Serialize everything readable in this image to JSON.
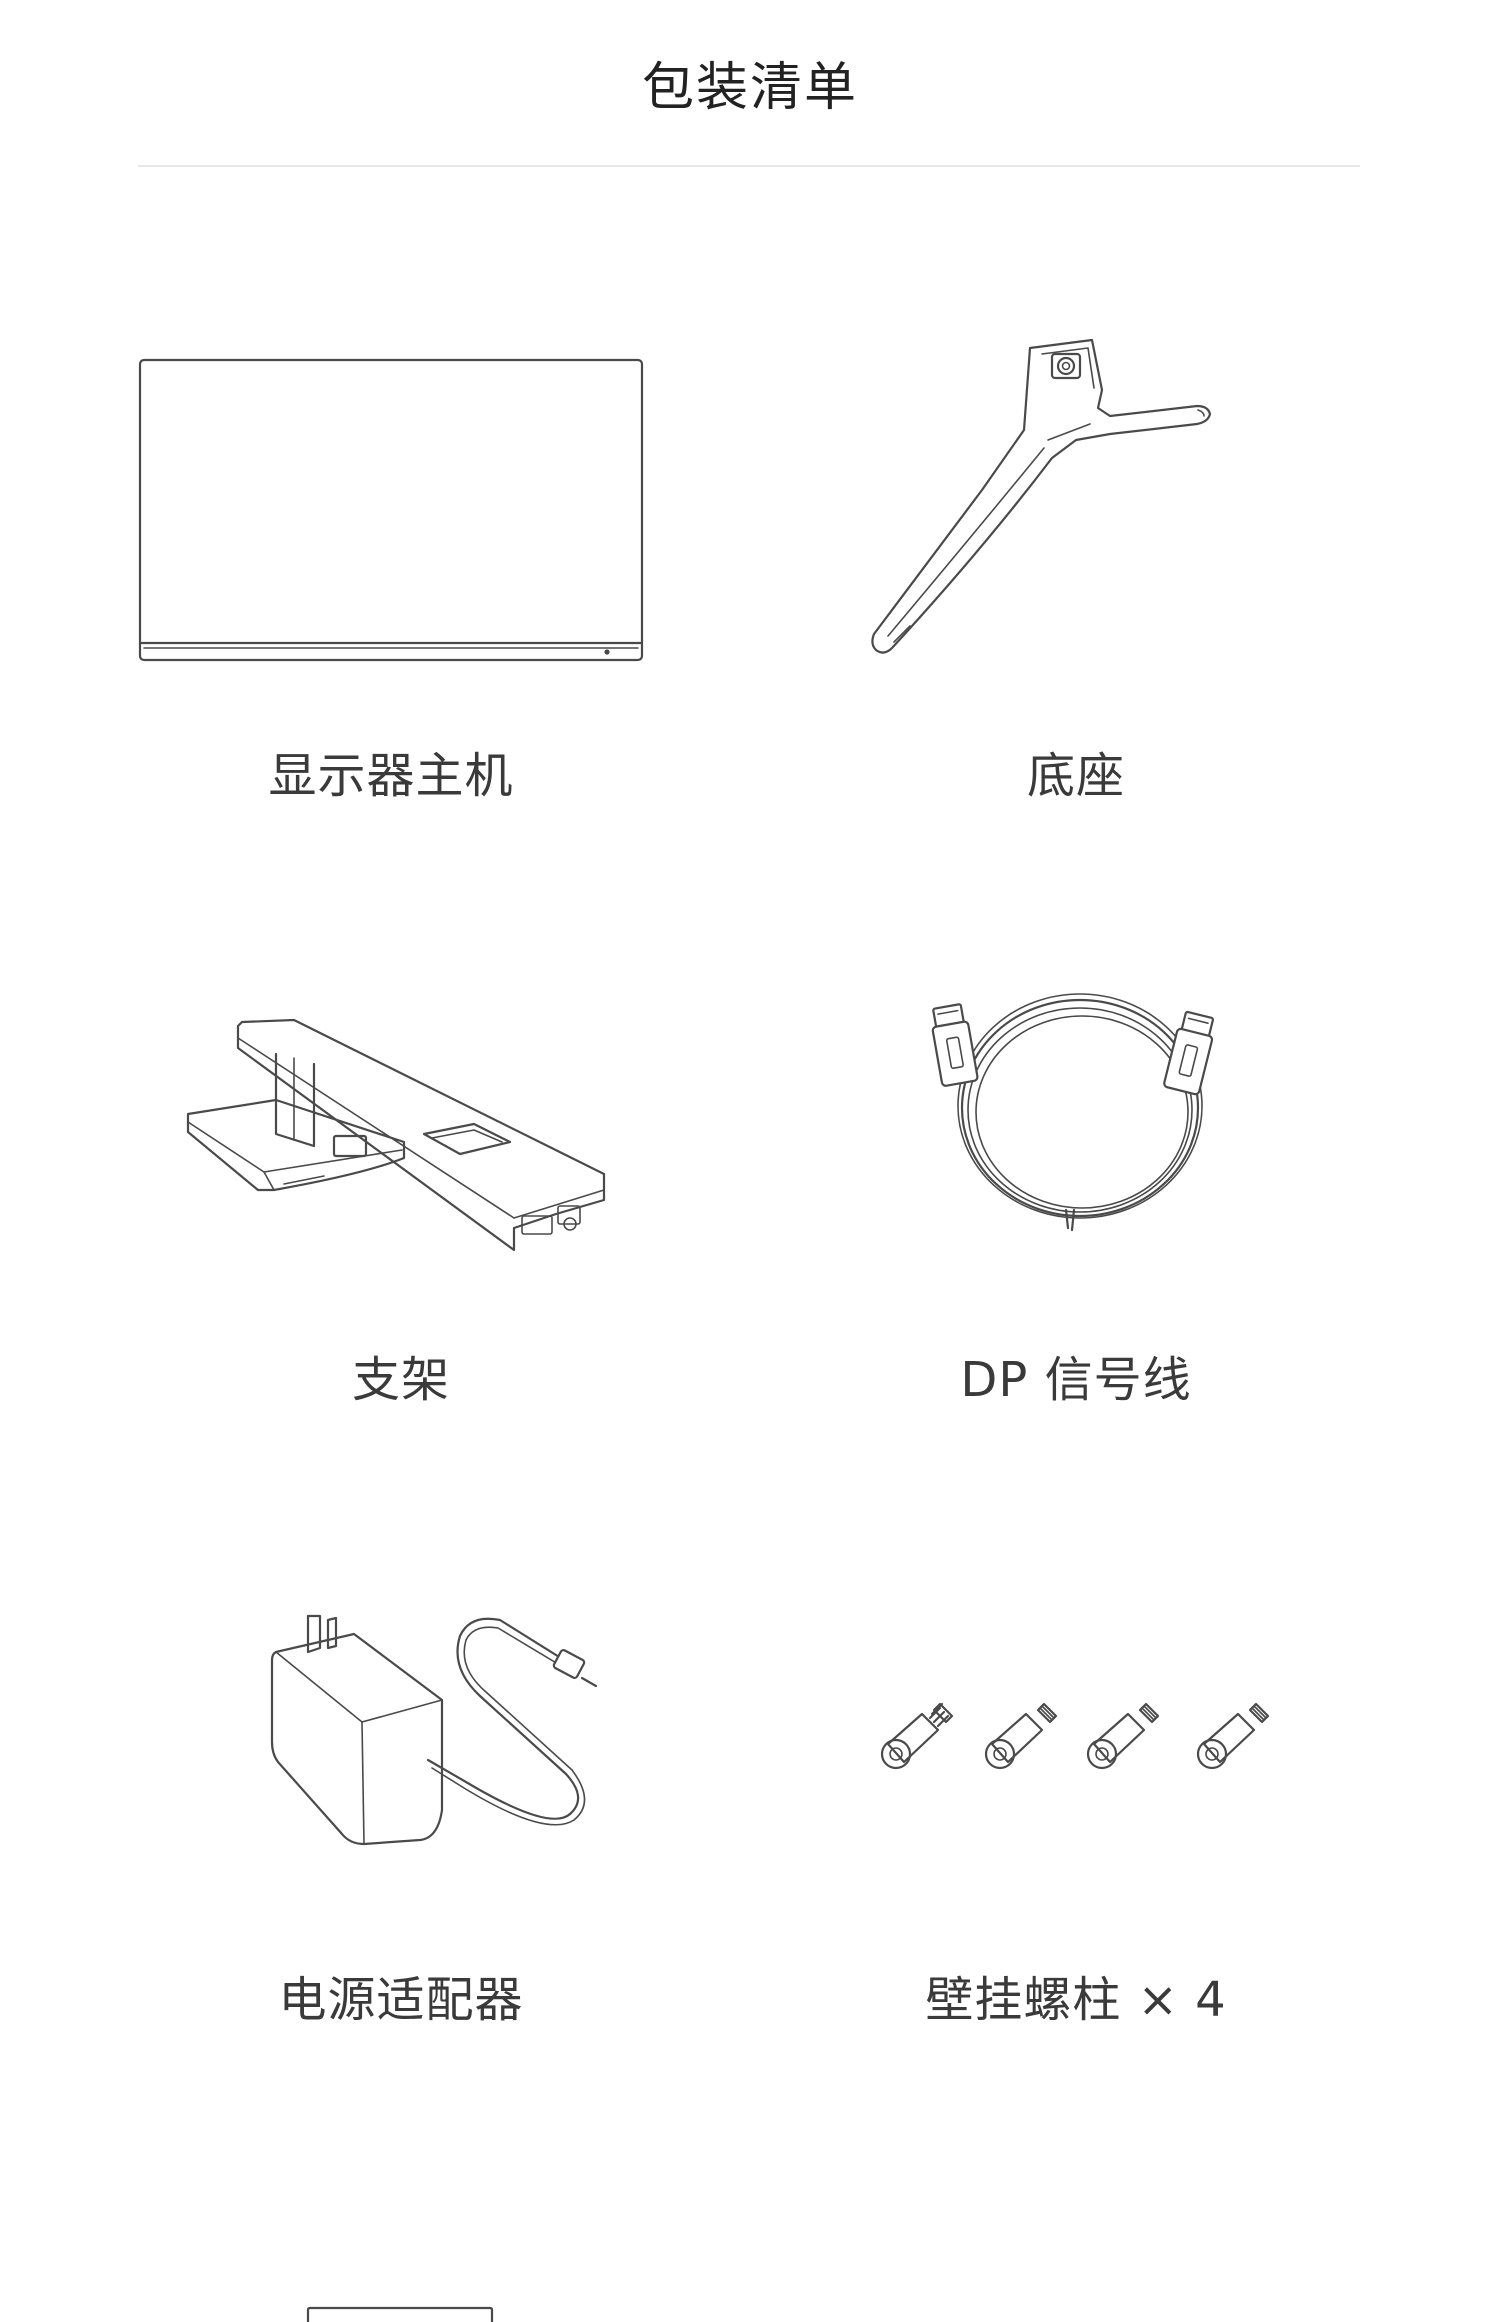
{
  "page": {
    "title": "包装清单"
  },
  "items": [
    {
      "label": "显示器主机",
      "icon": "monitor-icon"
    },
    {
      "label": "底座",
      "icon": "base-icon"
    },
    {
      "label": "支架",
      "icon": "stand-icon"
    },
    {
      "label": "DP 信号线",
      "icon": "dp-cable-icon"
    },
    {
      "label": "电源适配器",
      "icon": "power-adapter-icon"
    },
    {
      "label": "壁挂螺柱 × 4",
      "icon": "wall-mount-screw-icon"
    }
  ]
}
